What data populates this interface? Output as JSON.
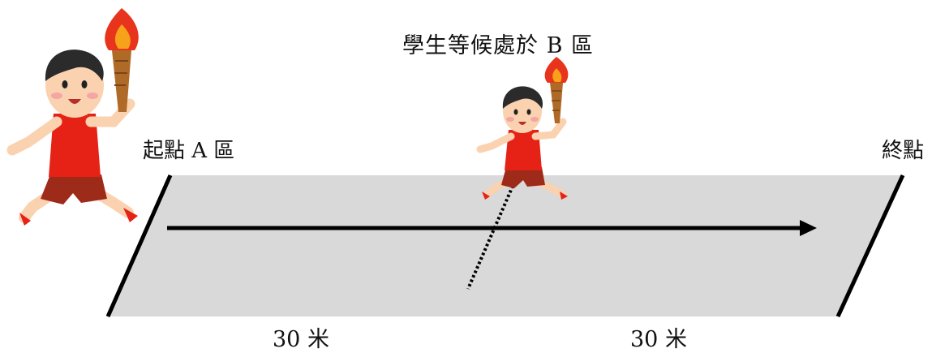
{
  "labels": {
    "waiting_area": "學生等候處於 B 區",
    "start": "起點 A 區",
    "finish": "終點",
    "distance_first": "30 米",
    "distance_second": "30 米"
  },
  "colors": {
    "track": "#d9d9d9",
    "lines": "#000000",
    "flame": "#e8341c",
    "flame_core": "#f7a21b",
    "torch": "#b06a28",
    "shirt": "#e62216",
    "shorts": "#9e2a1a",
    "skin": "#fbd2b0",
    "hair": "#2b2b2b"
  },
  "figures": [
    "runner-with-torch-start",
    "runner-with-torch-waiting"
  ]
}
